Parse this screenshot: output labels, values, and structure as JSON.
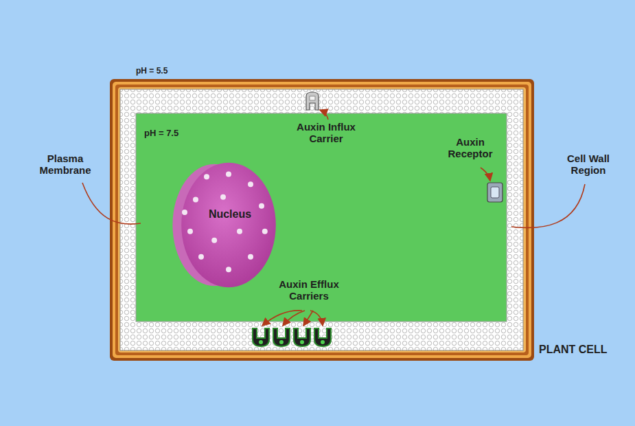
{
  "diagram": {
    "nodes": [
      {
        "text": [
          "pH = 7.5"
        ]
      },
      {
        "text": [
          "Nucleus"
        ],
        "in": 0
      }
    ],
    "labels": [
      "pH = 5.5",
      "Auxin Influx Carrier",
      "Auxin Receptor",
      "Auxin Efflux Carriers",
      "Plasma Membrane",
      "Cell Wall Region",
      "PLANT CELL"
    ]
  }
}
